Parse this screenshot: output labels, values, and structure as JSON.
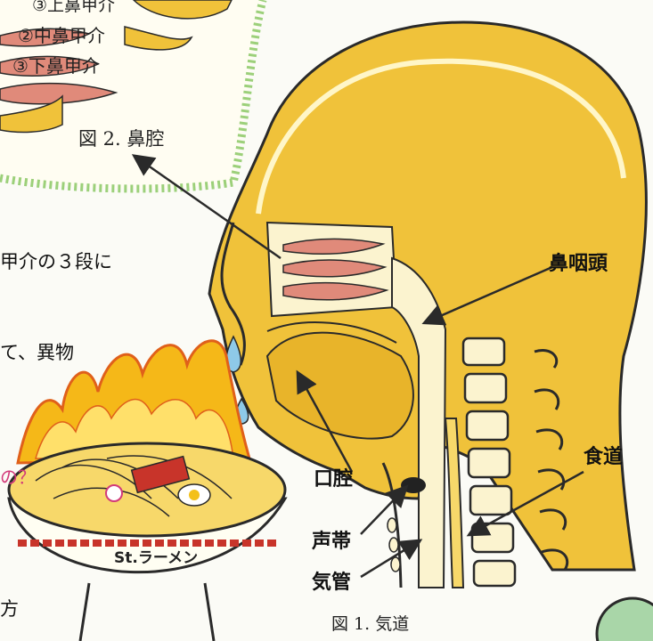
{
  "inset": {
    "items": [
      "③上鼻甲介",
      "②中鼻甲介",
      "③下鼻甲介"
    ],
    "caption": "図 2. 鼻腔"
  },
  "labels": {
    "nasopharynx": "鼻咽頭",
    "oral_cavity": "口腔",
    "vocal_cords": "声帯",
    "trachea": "気管",
    "esophagus": "食道"
  },
  "figure_caption": "図 1. 気道",
  "body_text": {
    "line1": "甲介の３段に",
    "line2": "て、異物",
    "line3": "方"
  },
  "bowl": {
    "handwritten_question": "の？",
    "label": "St.ラーメン"
  },
  "colors": {
    "tissue": "#f0c23a",
    "outline": "#2a2a2a",
    "turbinate": "#e08a7a",
    "flame": "#f5b818",
    "inset_border": "#9cd07a",
    "tear": "#8ec9e8"
  }
}
